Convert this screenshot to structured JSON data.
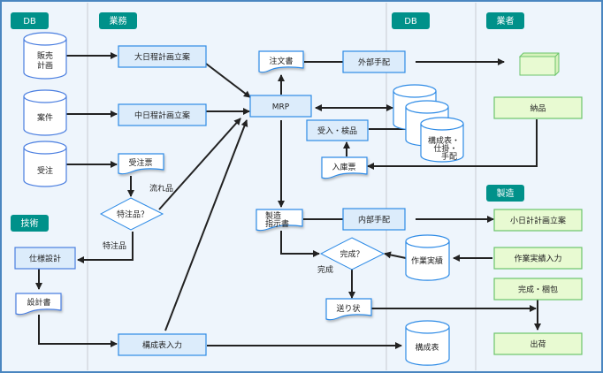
{
  "colors": {
    "frame": "#4a86c0",
    "background": "#eef5fc",
    "lane_divider": "#c8ccd2",
    "header_bg": "#00918a",
    "header_text": "#ffffff",
    "process_fill": "#dcecfb",
    "process_stroke": "#2e8be6",
    "db_stroke": "#2e8be6",
    "vendor_fill": "#e8fad2",
    "vendor_stroke": "#6cc46c",
    "arrow": "#222222"
  },
  "lanes": {
    "db_left": "DB",
    "business": "業務",
    "db_right": "DB",
    "vendor": "業者",
    "engineering": "技術",
    "manufacturing": "製造"
  },
  "databases": {
    "sales_plan": [
      "販売",
      "計画"
    ],
    "project": "案件",
    "order": "受注",
    "work_results": "作業実績",
    "bom": "構成表",
    "stack": [
      "構成表・",
      "仕掛・",
      "手配"
    ]
  },
  "processes": {
    "master_schedule": "大日程計画立案",
    "mid_schedule": "中日程計画立案",
    "mrp": "MRP",
    "external_order": "外部手配",
    "receiving": "受入・検品",
    "internal_order": "内部手配",
    "spec_design": "仕様設計",
    "bom_entry": "構成表入力",
    "delivery": "納品",
    "small_schedule": "小日計計画立案",
    "work_result_entry": "作業実績入力",
    "completion_packing": "完成・梱包",
    "shipping": "出荷"
  },
  "documents": {
    "purchase_order": "注文書",
    "order_slip": "受注票",
    "receipt_slip": "入庫票",
    "mfg_instruction": [
      "製造",
      "指示書"
    ],
    "design_doc": "設計書",
    "delivery_note": "送り状"
  },
  "decisions": {
    "special_order": "特注品？",
    "completed": "完成？"
  },
  "edge_labels": {
    "standard_item": "流れ品",
    "special_item": "特注品",
    "complete": "完成"
  }
}
